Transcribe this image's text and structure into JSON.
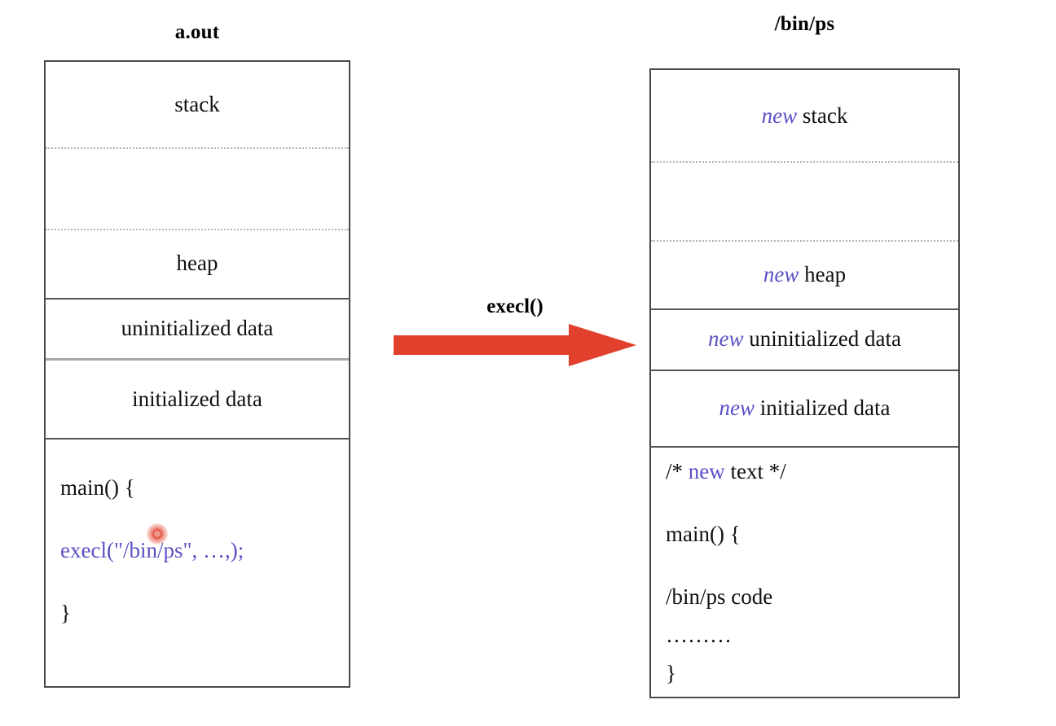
{
  "diagram": {
    "title_left": "a.out",
    "title_right": "/bin/ps",
    "transition_label": "execl()",
    "arrow_color": "#e0402c",
    "accent_color": "#5b51c6",
    "cursor_dot_color": "#e0402c"
  },
  "left_box": {
    "title": "a.out",
    "segments": [
      {
        "name": "stack",
        "label": "stack"
      },
      {
        "name": "gap-upper",
        "label": ""
      },
      {
        "name": "heap",
        "label": "heap"
      },
      {
        "name": "uninitialized-data",
        "label": "uninitialized data"
      },
      {
        "name": "initialized-data",
        "label": "initialized data"
      }
    ],
    "code": {
      "line1": "main() {",
      "line2_prefix": "execl(\"/bin/ps\", …,);",
      "line3": "}"
    }
  },
  "right_box": {
    "title": "/bin/ps",
    "segments": [
      {
        "name": "stack",
        "new_word": "new",
        "label": "stack"
      },
      {
        "name": "gap-upper",
        "new_word": "",
        "label": ""
      },
      {
        "name": "heap",
        "new_word": "new",
        "label": "heap"
      },
      {
        "name": "uninitialized-data",
        "new_word": "new",
        "label": "uninitialized data"
      },
      {
        "name": "initialized-data",
        "new_word": "new",
        "label": "initialized data"
      }
    ],
    "code": {
      "comment_open": "/*",
      "comment_new": "new",
      "comment_rest": "text */",
      "line_main": "main() {",
      "line_code": "/bin/ps code",
      "line_dots": "………",
      "line_close": "}"
    }
  }
}
